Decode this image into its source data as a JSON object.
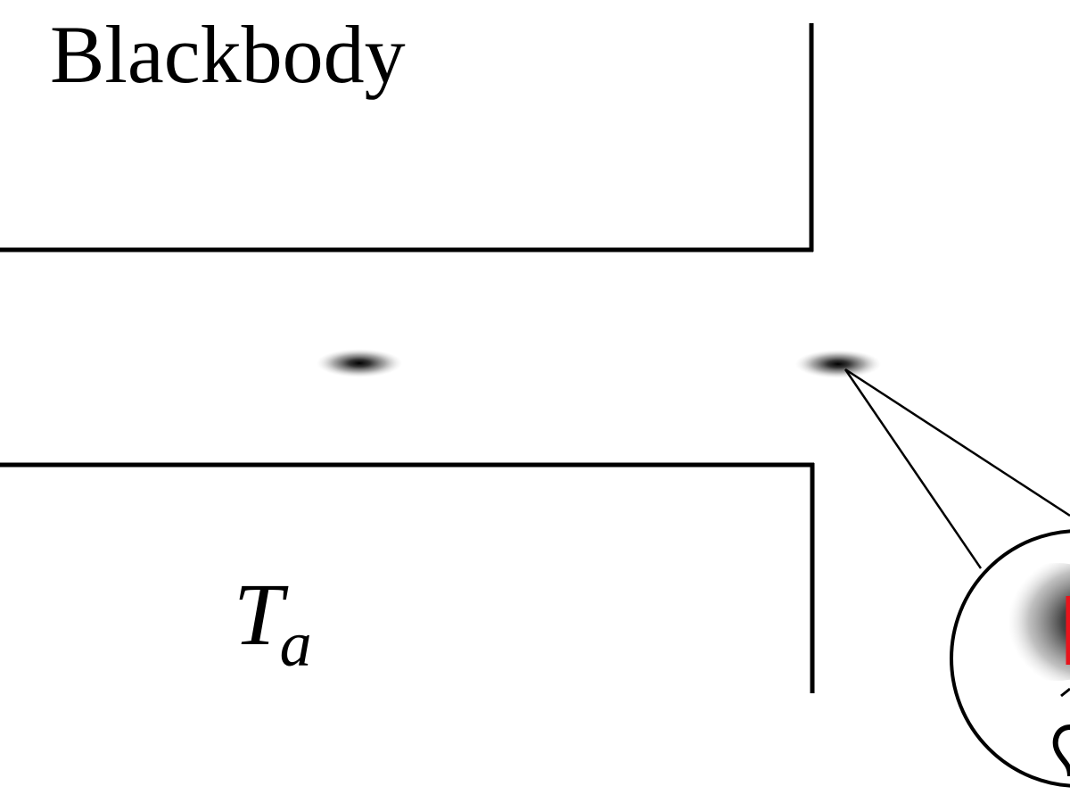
{
  "diagram": {
    "title": "Blackbody",
    "temperature_label": {
      "symbol": "T",
      "subscript": "a"
    },
    "colors": {
      "stroke": "#000000",
      "background": "#ffffff",
      "accent": "#e8141c",
      "spot_core": "#111111",
      "spot_halo": "#bdbdbd"
    },
    "elements": {
      "cavity_top_wall": "line",
      "cavity_bottom_wall": "line",
      "blurred_spots": 2,
      "magnifier": "circle"
    }
  }
}
